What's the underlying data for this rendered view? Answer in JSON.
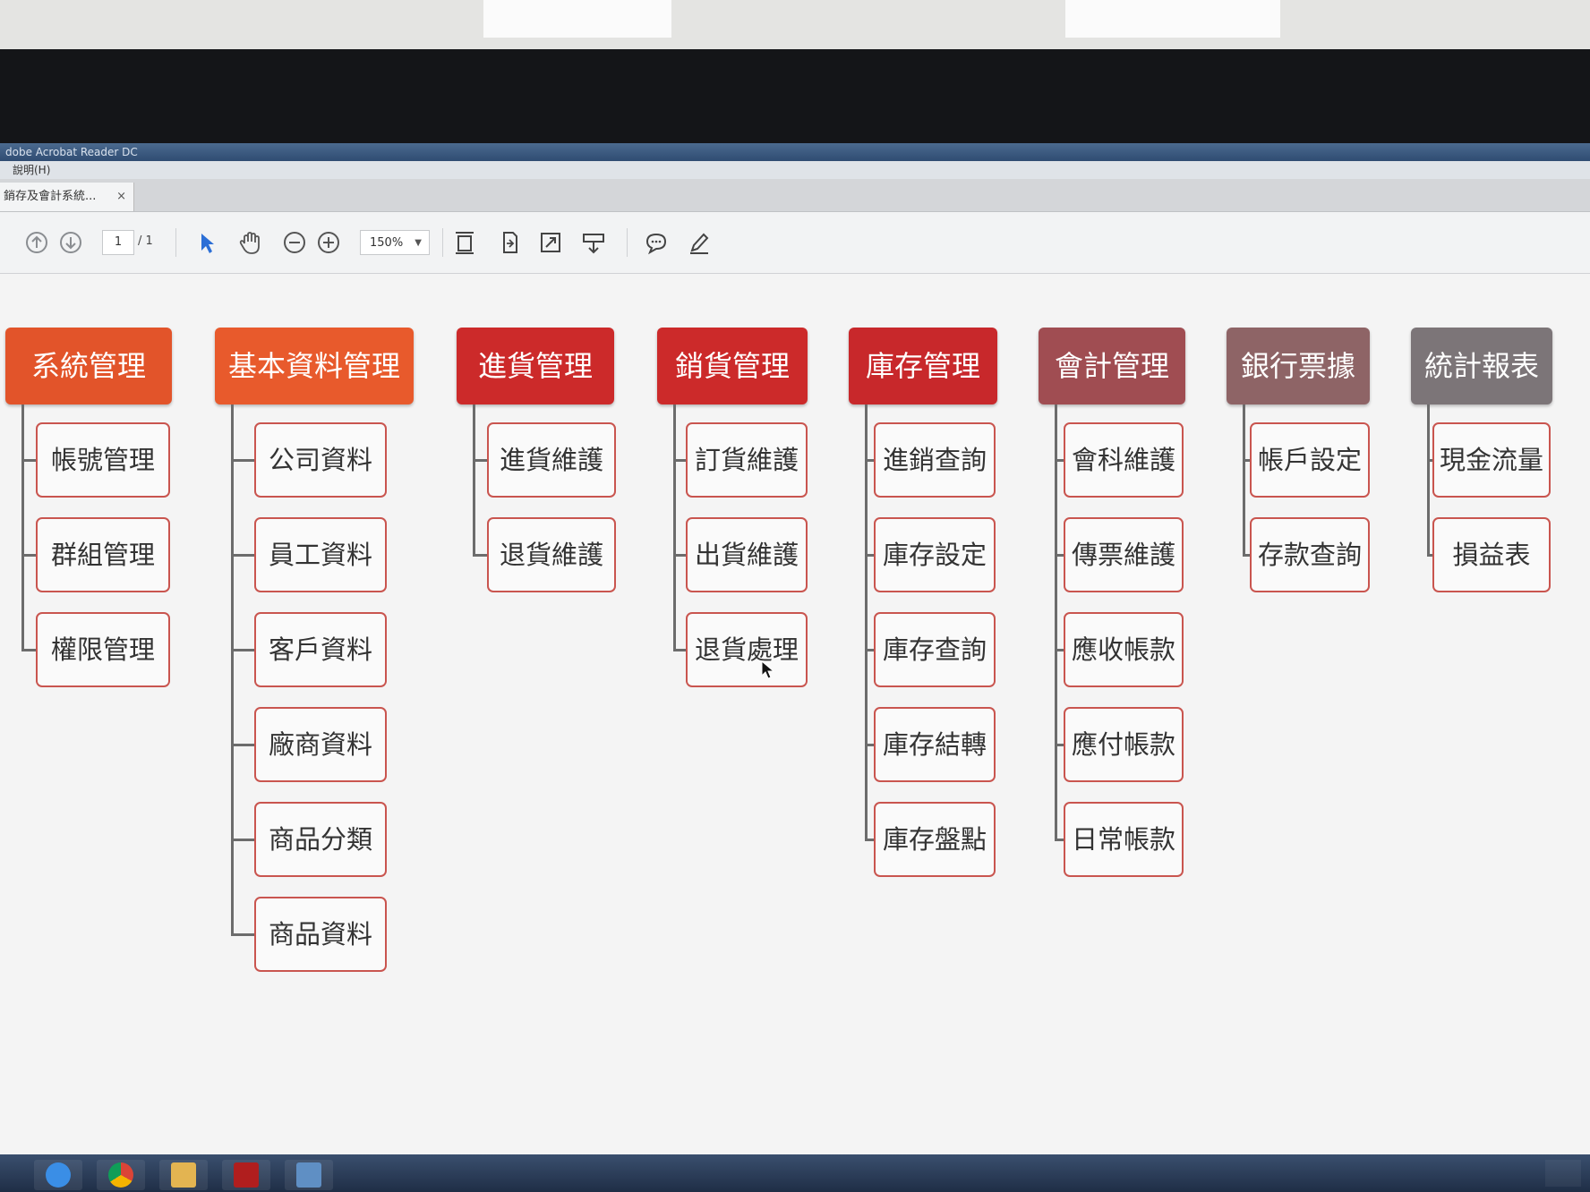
{
  "window": {
    "title": "dobe Acrobat Reader DC"
  },
  "menu": {
    "items": [
      "說明(H)"
    ]
  },
  "tab": {
    "label": "銷存及會計系統...",
    "close": "×"
  },
  "toolbar": {
    "page_current": "1",
    "page_total": "/ 1",
    "zoom": "150%",
    "icons": [
      "prev-page-icon",
      "next-page-icon",
      "select-arrow-icon",
      "hand-icon",
      "zoom-out-icon",
      "zoom-in-icon",
      "fit-page-icon",
      "rotate-icon",
      "full-screen-icon",
      "scroll-mode-icon",
      "comment-icon",
      "pen-icon"
    ]
  },
  "chart": {
    "columns": [
      {
        "title": "系統管理",
        "color": "#e2542a",
        "children": [
          "帳號管理",
          "群組管理",
          "權限管理"
        ]
      },
      {
        "title": "基本資料管理",
        "color": "#e85a2c",
        "children": [
          "公司資料",
          "員工資料",
          "客戶資料",
          "廠商資料",
          "商品分類",
          "商品資料"
        ]
      },
      {
        "title": "進貨管理",
        "color": "#cc2a2a",
        "children": [
          "進貨維護",
          "退貨維護"
        ]
      },
      {
        "title": "銷貨管理",
        "color": "#cc2a2a",
        "children": [
          "訂貨維護",
          "出貨維護",
          "退貨處理"
        ]
      },
      {
        "title": "庫存管理",
        "color": "#c8282b",
        "children": [
          "進銷查詢",
          "庫存設定",
          "庫存查詢",
          "庫存結轉",
          "庫存盤點"
        ]
      },
      {
        "title": "會計管理",
        "color": "#a04d52",
        "children": [
          "會科維護",
          "傳票維護",
          "應收帳款",
          "應付帳款",
          "日常帳款"
        ]
      },
      {
        "title": "銀行票據",
        "color": "#8e6466",
        "children": [
          "帳戶設定",
          "存款查詢"
        ]
      },
      {
        "title": "統計報表",
        "color": "#7c7578",
        "children": [
          "現金流量",
          "損益表"
        ]
      }
    ]
  },
  "taskbar": {
    "icons": [
      "ie-icon",
      "chrome-icon",
      "files-icon",
      "acrobat-icon",
      "network-icon"
    ]
  }
}
